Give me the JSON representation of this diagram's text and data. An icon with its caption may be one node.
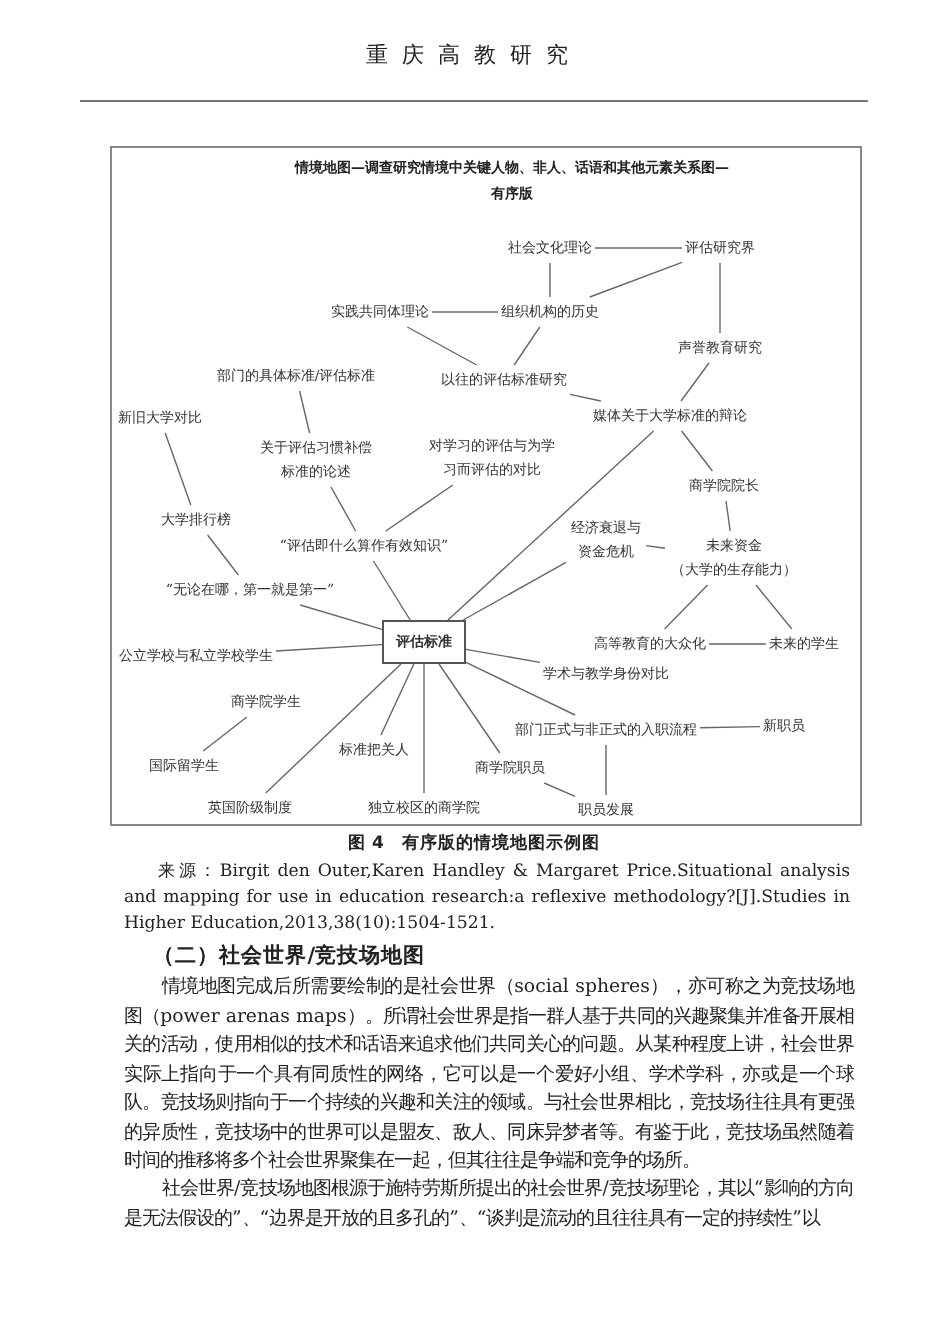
{
  "diagram": {
    "title": "情境地图—调查研究情境中关键人物、非人、话语和其他元素关系图—有序版",
    "caption": "图 4　有序版的情境地图示例图",
    "nodes": [
      {
        "text": [
          "社会文化理论"
        ]
      },
      {
        "text": [
          "评估研究界"
        ]
      },
      {
        "text": [
          "实践共同体理论"
        ]
      },
      {
        "text": [
          "组织机构的历史"
        ]
      },
      {
        "text": [
          "声誉教育研究"
        ]
      },
      {
        "text": [
          "部门的具体标准/评估标准"
        ]
      },
      {
        "text": [
          "以往的评估标准研究"
        ]
      },
      {
        "text": [
          "新旧大学对比"
        ]
      },
      {
        "text": [
          "媒体关于大学标准的辩论"
        ]
      },
      {
        "text": [
          "关于评估习惯补偿标准的论述"
        ]
      },
      {
        "text": [
          "对学习的评估与为学习而评估的对比"
        ]
      },
      {
        "text": [
          "商学院院长"
        ]
      },
      {
        "text": [
          "大学排行榜"
        ]
      },
      {
        "text": [
          "“评估即什么算作有效知识”"
        ]
      },
      {
        "text": [
          "经济衰退与资金危机"
        ]
      },
      {
        "text": [
          "未来资金（大学的生存能力）"
        ]
      },
      {
        "text": [
          "“无论在哪，第一就是第一”"
        ]
      },
      {
        "text": [
          "评估标准"
        ]
      },
      {
        "text": [
          "公立学校与私立学校学生"
        ]
      },
      {
        "text": [
          "高等教育的大众化"
        ]
      },
      {
        "text": [
          "未来的学生"
        ]
      },
      {
        "text": [
          "学术与教学身份对比"
        ]
      },
      {
        "text": [
          "商学院学生"
        ]
      },
      {
        "text": [
          "部门正式与非正式的入职流程"
        ]
      },
      {
        "text": [
          "新职员"
        ]
      },
      {
        "text": [
          "标准把关人"
        ]
      },
      {
        "text": [
          "国际留学生"
        ]
      },
      {
        "text": [
          "商学院职员"
        ]
      },
      {
        "text": [
          "英国阶级制度"
        ]
      },
      {
        "text": [
          "独立校区的商学院"
        ]
      },
      {
        "text": [
          "职员发展"
        ]
      }
    ],
    "edges": [
      {
        "from": 0,
        "to": 1,
        "arrow": "none"
      },
      {
        "from": 0,
        "to": 3,
        "arrow": "none"
      },
      {
        "from": 1,
        "to": 3,
        "arrow": "none"
      },
      {
        "from": 1,
        "to": 4,
        "arrow": "none"
      },
      {
        "from": 2,
        "to": 3,
        "arrow": "none"
      },
      {
        "from": 2,
        "to": 6,
        "arrow": "none"
      },
      {
        "from": 3,
        "to": 6,
        "arrow": "none"
      },
      {
        "from": 6,
        "to": 8,
        "arrow": "none"
      },
      {
        "from": 4,
        "to": 8,
        "arrow": "none"
      },
      {
        "from": 8,
        "to": 11,
        "arrow": "none"
      },
      {
        "from": 8,
        "to": 17,
        "arrow": "none"
      },
      {
        "from": 5,
        "to": 9,
        "arrow": "none"
      },
      {
        "from": 9,
        "to": 13,
        "arrow": "none"
      },
      {
        "from": 10,
        "to": 13,
        "arrow": "none"
      },
      {
        "from": 7,
        "to": 12,
        "arrow": "none"
      },
      {
        "from": 12,
        "to": 16,
        "arrow": "none"
      },
      {
        "from": 16,
        "to": 17,
        "arrow": "none"
      },
      {
        "from": 13,
        "to": 17,
        "arrow": "none"
      },
      {
        "from": 14,
        "to": 17,
        "arrow": "none"
      },
      {
        "from": 14,
        "to": 15,
        "arrow": "none"
      },
      {
        "from": 11,
        "to": 15,
        "arrow": "none"
      },
      {
        "from": 15,
        "to": 19,
        "arrow": "none"
      },
      {
        "from": 15,
        "to": 20,
        "arrow": "none"
      },
      {
        "from": 19,
        "to": 20,
        "arrow": "none"
      },
      {
        "from": 17,
        "to": 18,
        "arrow": "none"
      },
      {
        "from": 17,
        "to": 21,
        "arrow": "none"
      },
      {
        "from": 22,
        "to": 26,
        "arrow": "none"
      },
      {
        "from": 17,
        "to": 28,
        "arrow": "none"
      },
      {
        "from": 17,
        "to": 25,
        "arrow": "none"
      },
      {
        "from": 17,
        "to": 29,
        "arrow": "none"
      },
      {
        "from": 17,
        "to": 27,
        "arrow": "none"
      },
      {
        "from": 17,
        "to": 23,
        "arrow": "none"
      },
      {
        "from": 23,
        "to": 24,
        "arrow": "none"
      },
      {
        "from": 23,
        "to": 30,
        "arrow": "none"
      },
      {
        "from": 27,
        "to": 30,
        "arrow": "none"
      }
    ],
    "labels": [
      "重庆高教研究",
      "来源：Birgit den Outer,Karen Handley & Margaret Price.Situational analysis and mapping for use in education research:a reflexive methodology?[J].Studies in Higher Education,2013,38(10):1504-1521.",
      "（二）社会世界/竞技场地图",
      "情境地图完成后所需要绘制的是社会世界（social spheres），亦可称之为竞技场地图（power arenas maps）。所谓社会世界是指一群人基于共同的兴趣聚集并准备开展相关的活动，使用相似的技术和话语来追求他们共同关心的问题。从某种程度上讲，社会世界实际上指向于一个具有同质性的网络，它可以是一个爱好小组、学术学科，亦或是一个球队。竞技场则指向于一个持续的兴趣和关注的领域。与社会世界相比，竞技场往往具有更强的异质性，竞技场中的世界可以是盟友、敌人、同床异梦者等。有鉴于此，竞技场虽然随着时间的推移将多个社会世界聚集在一起，但其往往是争端和竞争的场所。",
      "社会世界/竞技场地图根源于施特劳斯所提出的社会世界/竞技场理论，其以“影响的方向是无法假设的”、“边界是开放的且多孔的”、“谈判是流动的且往往具有一定的持续性”以"
    ]
  }
}
